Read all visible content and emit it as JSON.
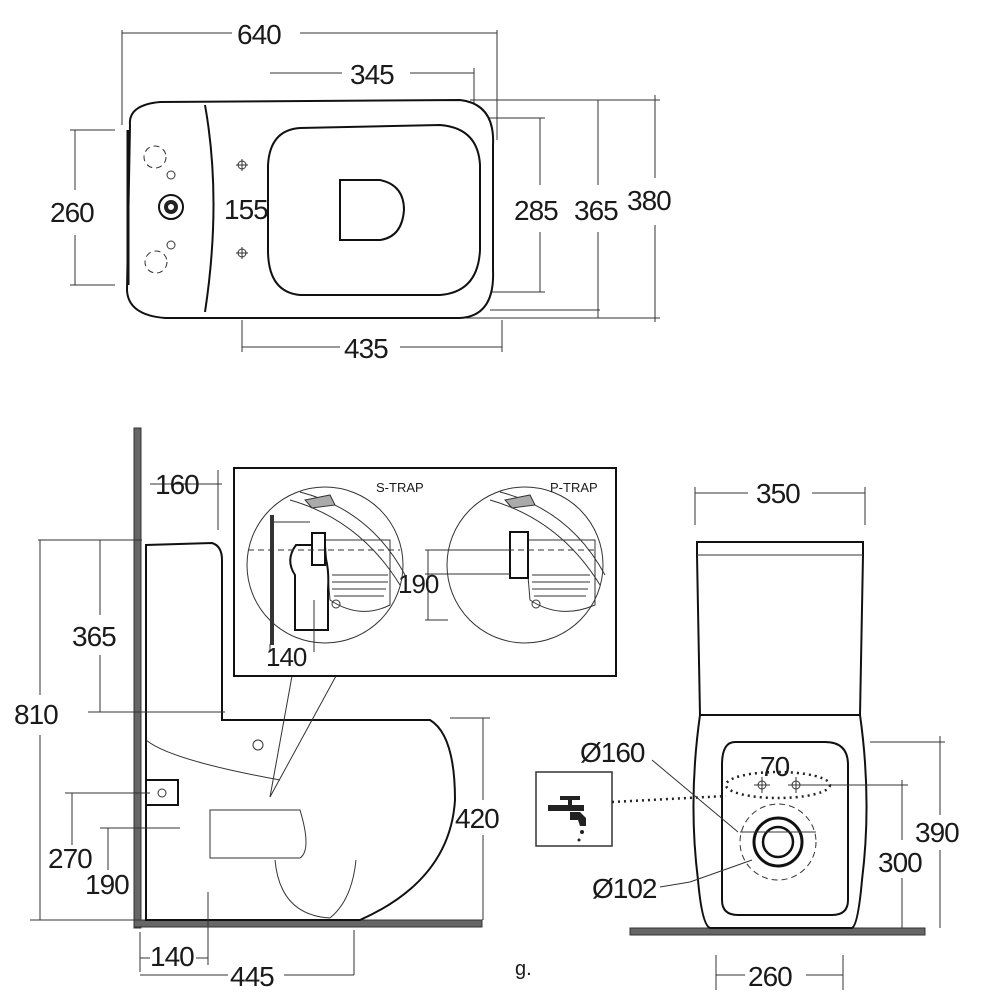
{
  "top_view": {
    "dims": {
      "overall_length": "640",
      "seat_length": "345",
      "tank_width": "260",
      "fixing_spacing": "155",
      "seat_width": "285",
      "bowl_width": "365",
      "overall_width": "380",
      "fixing_to_front": "435"
    }
  },
  "side_view": {
    "dims": {
      "wall_gap": "160",
      "tank_height": "365",
      "overall_height": "810",
      "rim_height": "420",
      "inlet_height": "270",
      "outlet_height": "190",
      "outlet_from_wall": "140",
      "depth_from_wall": "445"
    }
  },
  "trap_inset": {
    "s_trap_label": "S-TRAP",
    "p_trap_label": "P-TRAP",
    "p_trap_height": "190",
    "s_trap_offset": "140"
  },
  "front_view": {
    "dims": {
      "tank_width": "350",
      "connector_diameter": "Ø160",
      "inlet_spacing": "70",
      "outlet_diameter": "Ø102",
      "back_height": "390",
      "outlet_height": "300",
      "base_width": "260"
    }
  },
  "footer_mark": "g."
}
